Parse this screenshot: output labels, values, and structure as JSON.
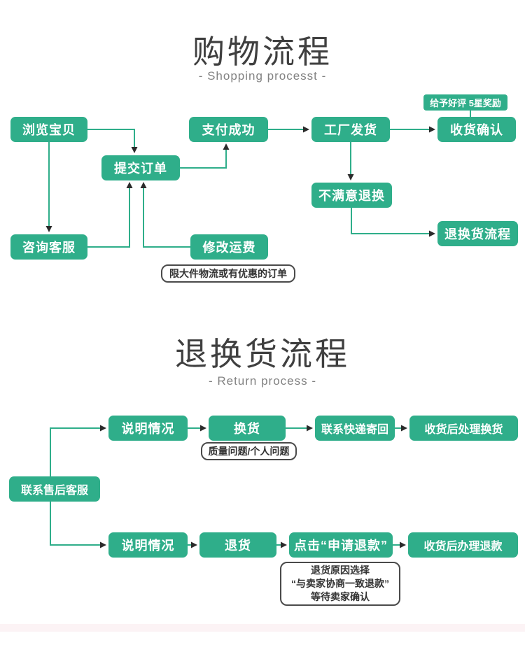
{
  "colors": {
    "accent": "#2fae8a",
    "arrow": "#2b2b2b",
    "footer_band": "#fcf3f5"
  },
  "shopping": {
    "title": "购物流程",
    "subtitle": "- Shopping processt -",
    "badge_label": "给予好评 5星奖励",
    "nodes": {
      "browse": "浏览宝贝",
      "submit_order": "提交订单",
      "pay_success": "支付成功",
      "factory_ship": "工厂发货",
      "confirm_receipt": "收货确认",
      "unsatisfied_return": "不满意退换",
      "contact_service": "咨询客服",
      "modify_shipping": "修改运费",
      "return_flow": "退换货流程"
    },
    "note_shipping": "限大件物流或有优惠的订单"
  },
  "returns": {
    "title": "退换货流程",
    "subtitle": "- Return process -",
    "nodes": {
      "contact_after_sales": "联系售后客服",
      "explain_1": "说明情况",
      "exchange": "换货",
      "courier_return": "联系快递寄回",
      "handle_exchange": "收货后处理换货",
      "explain_2": "说明情况",
      "return_goods": "退货",
      "apply_refund": "点击“申请退款”",
      "handle_refund": "收货后办理退款"
    },
    "note_exchange": "质量问题/个人问题",
    "note_refund": {
      "line1": "退货原因选择",
      "line2": "“与卖家协商一致退款”",
      "line3": "等待卖家确认"
    }
  }
}
